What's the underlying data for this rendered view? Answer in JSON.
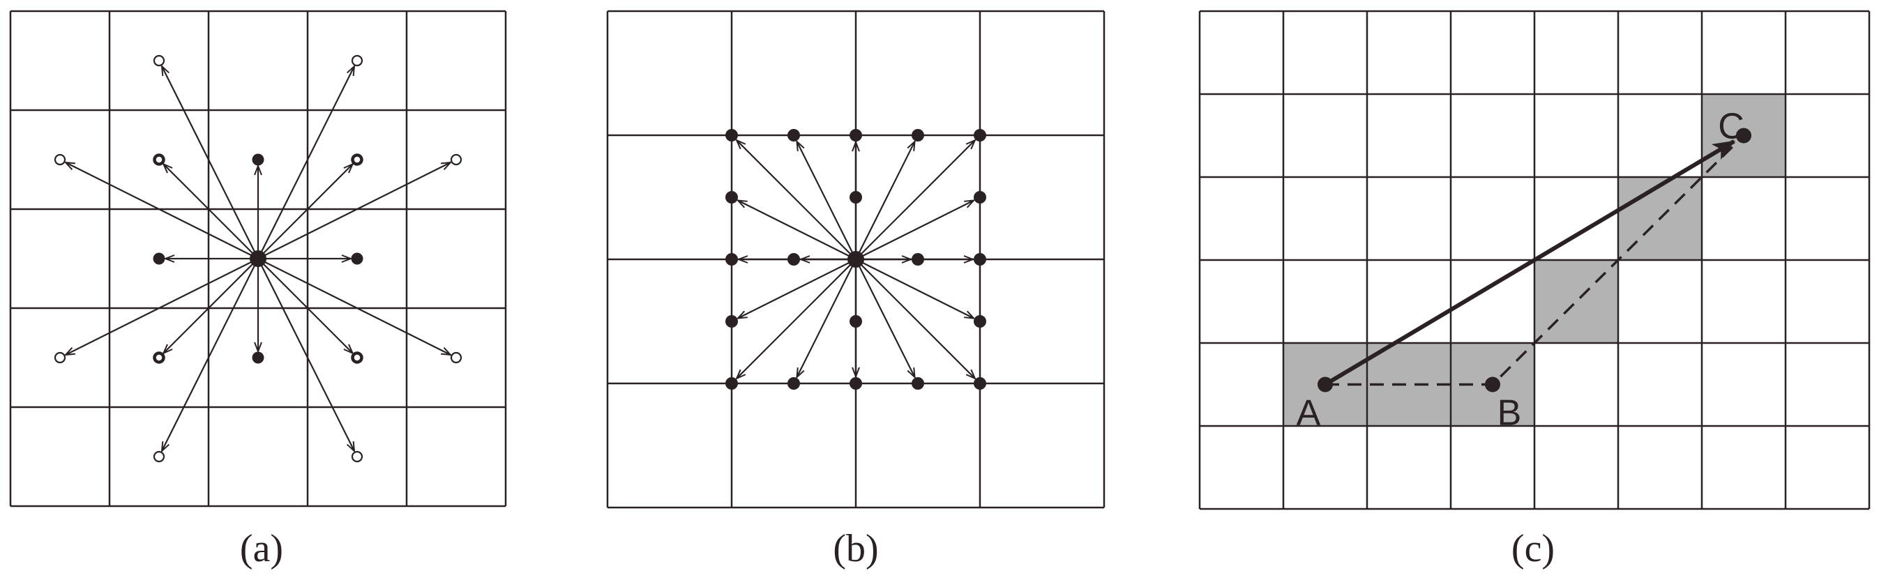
{
  "figure": {
    "colors": {
      "line": "#2a2122",
      "dot": "#2a2122",
      "highlight": "#b3b3b3",
      "background": "#ffffff"
    }
  },
  "panel_a": {
    "caption": "(a)",
    "grid": {
      "cols": 5,
      "rows": 5
    },
    "source": [
      2.5,
      2.5
    ],
    "targets": [
      {
        "p": [
          1.5,
          0.5
        ],
        "style": "open"
      },
      {
        "p": [
          3.5,
          0.5
        ],
        "style": "open"
      },
      {
        "p": [
          0.5,
          1.5
        ],
        "style": "open"
      },
      {
        "p": [
          1.5,
          1.5
        ],
        "style": "ring"
      },
      {
        "p": [
          2.5,
          1.5
        ],
        "style": "filled"
      },
      {
        "p": [
          3.5,
          1.5
        ],
        "style": "ring"
      },
      {
        "p": [
          4.5,
          1.5
        ],
        "style": "open"
      },
      {
        "p": [
          1.5,
          2.5
        ],
        "style": "filled"
      },
      {
        "p": [
          3.5,
          2.5
        ],
        "style": "filled"
      },
      {
        "p": [
          0.5,
          3.5
        ],
        "style": "open"
      },
      {
        "p": [
          1.5,
          3.5
        ],
        "style": "ring"
      },
      {
        "p": [
          2.5,
          3.5
        ],
        "style": "filled"
      },
      {
        "p": [
          3.5,
          3.5
        ],
        "style": "ring"
      },
      {
        "p": [
          4.5,
          3.5
        ],
        "style": "open"
      },
      {
        "p": [
          1.5,
          4.5
        ],
        "style": "open"
      },
      {
        "p": [
          3.5,
          4.5
        ],
        "style": "open"
      }
    ]
  },
  "panel_b": {
    "caption": "(b)",
    "grid": {
      "cols": 4,
      "rows": 4
    },
    "source": [
      2,
      2
    ],
    "targets": [
      [
        1,
        1
      ],
      [
        1.5,
        1
      ],
      [
        2,
        1
      ],
      [
        2.5,
        1
      ],
      [
        3,
        1
      ],
      [
        1,
        1.5
      ],
      [
        3,
        1.5
      ],
      [
        1,
        2
      ],
      [
        1.5,
        2
      ],
      [
        2.5,
        2
      ],
      [
        3,
        2
      ],
      [
        1,
        2.5
      ],
      [
        3,
        2.5
      ],
      [
        1,
        3
      ],
      [
        1.5,
        3
      ],
      [
        2,
        3
      ],
      [
        2.5,
        3
      ],
      [
        3,
        3
      ]
    ],
    "plain_dots": [
      [
        2,
        1.5
      ],
      [
        2,
        2.5
      ]
    ]
  },
  "panel_c": {
    "caption": "(c)",
    "grid": {
      "cols": 8,
      "rows": 6
    },
    "shaded_cells": [
      [
        1,
        4
      ],
      [
        2,
        4
      ],
      [
        3,
        4
      ],
      [
        4,
        3
      ],
      [
        5,
        2
      ],
      [
        6,
        1
      ]
    ],
    "points": [
      {
        "id": "A",
        "label": "A",
        "p": [
          1.5,
          4.5
        ],
        "label_pos": "below-left"
      },
      {
        "id": "B",
        "label": "B",
        "p": [
          3.5,
          4.5
        ],
        "label_pos": "below-right"
      },
      {
        "id": "C",
        "label": "C",
        "p": [
          6.5,
          1.5
        ],
        "label_pos": "above-right"
      }
    ],
    "arrow": {
      "from": "A",
      "to": "C"
    },
    "dashed_path": [
      "A",
      "B",
      "C"
    ]
  }
}
